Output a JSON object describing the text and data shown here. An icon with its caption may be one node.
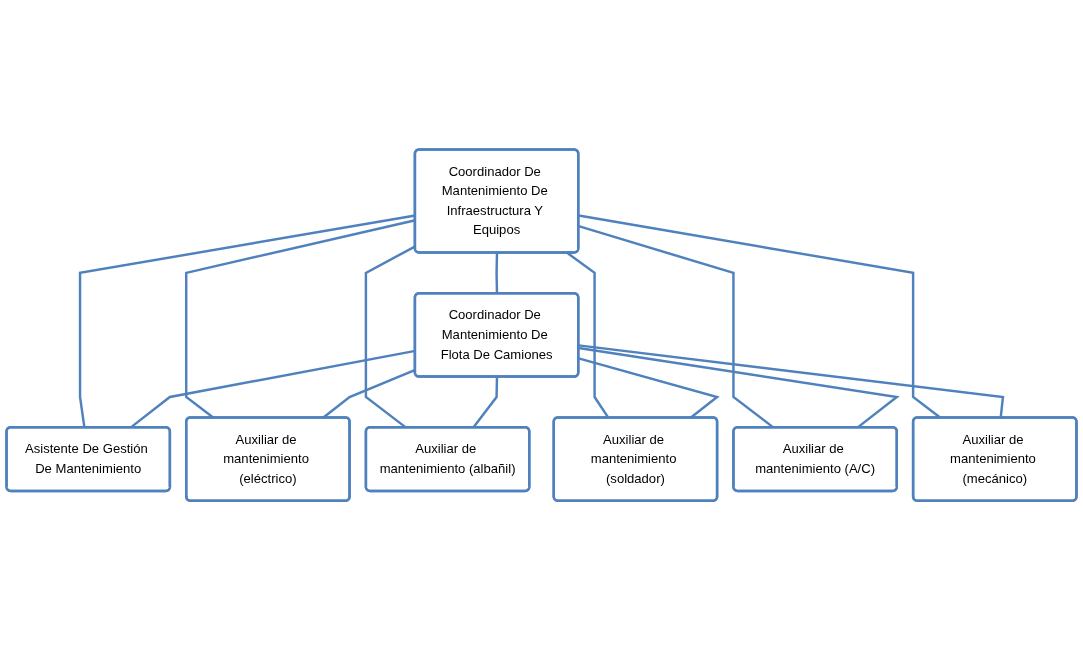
{
  "diagram": {
    "nodes": [
      {
        "text": [
          "Coordinador De Mantenimiento De Infraestructura Y Equipos"
        ]
      },
      {
        "text": [
          "Coordinador De Mantenimiento De Flota De Camiones"
        ]
      },
      {
        "text": [
          "Asistente De Gestión De Mantenimiento"
        ]
      },
      {
        "text": [
          "Auxiliar de mantenimiento (eléctrico)"
        ]
      },
      {
        "text": [
          "Auxiliar de mantenimiento (albañil)"
        ]
      },
      {
        "text": [
          "Auxiliar de mantenimiento (soldador)"
        ]
      },
      {
        "text": [
          "Auxiliar de mantenimiento (A/C)"
        ]
      },
      {
        "text": [
          "Auxiliar de mantenimiento (mecánico)"
        ]
      }
    ],
    "edges": [
      {
        "from": 0,
        "to": 1,
        "arrow": "none"
      },
      {
        "from": 0,
        "to": 2,
        "arrow": "none"
      },
      {
        "from": 1,
        "to": 2,
        "arrow": "none"
      },
      {
        "from": 0,
        "to": 3,
        "arrow": "none"
      },
      {
        "from": 0,
        "to": 4,
        "arrow": "none"
      },
      {
        "from": 0,
        "to": 5,
        "arrow": "none"
      },
      {
        "from": 0,
        "to": 6,
        "arrow": "none"
      },
      {
        "from": 0,
        "to": 7,
        "arrow": "none"
      },
      {
        "from": 1,
        "to": 3,
        "arrow": "none"
      },
      {
        "from": 1,
        "to": 4,
        "arrow": "none"
      },
      {
        "from": 1,
        "to": 5,
        "arrow": "none"
      },
      {
        "from": 1,
        "to": 6,
        "arrow": "none"
      },
      {
        "from": 1,
        "to": 7,
        "arrow": "none"
      }
    ]
  }
}
